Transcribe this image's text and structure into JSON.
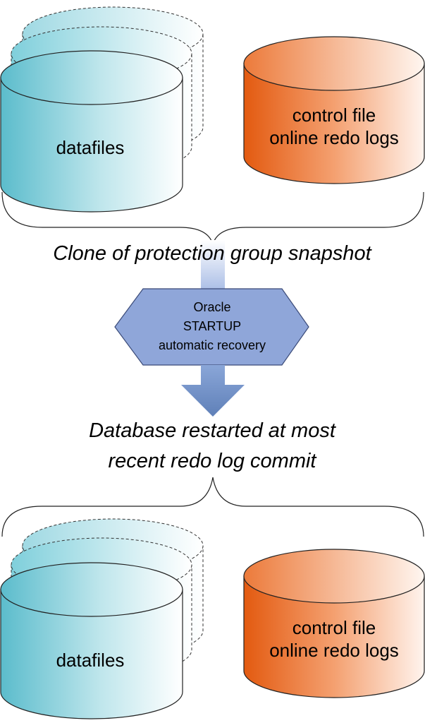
{
  "top": {
    "datafiles_label": "datafiles",
    "control_line1": "control file",
    "control_line2": "online redo logs"
  },
  "caption_top": "Clone of protection group snapshot",
  "process": {
    "line1": "Oracle",
    "line2": "STARTUP",
    "line3": "automatic recovery"
  },
  "caption_bottom": {
    "line1": "Database restarted at most",
    "line2": "recent redo log commit"
  },
  "bottom": {
    "datafiles_label": "datafiles",
    "control_line1": "control file",
    "control_line2": "online redo logs"
  },
  "colors": {
    "teal": "#5fbfcf",
    "orange": "#e8641a",
    "hexagon": "#8fa6d9",
    "arrow": "#6f8fc4"
  }
}
